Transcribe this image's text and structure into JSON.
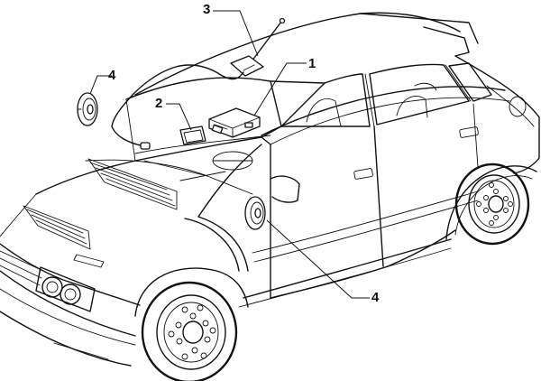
{
  "diagram": {
    "callouts": [
      {
        "id": "1",
        "label": "1"
      },
      {
        "id": "2",
        "label": "2"
      },
      {
        "id": "3",
        "label": "3"
      },
      {
        "id": "4a",
        "label": "4"
      },
      {
        "id": "4b",
        "label": "4"
      }
    ],
    "parts": [
      {
        "name": "radio-unit-icon"
      },
      {
        "name": "panel-icon"
      },
      {
        "name": "antenna-icon"
      },
      {
        "name": "speaker-icon"
      }
    ]
  }
}
